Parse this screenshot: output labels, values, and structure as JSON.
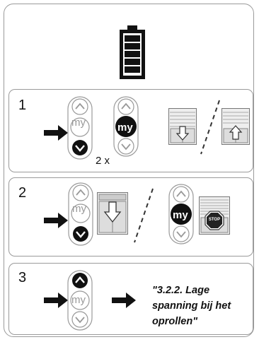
{
  "steps": [
    {
      "number": "1",
      "multiplier": "2 x"
    },
    {
      "number": "2"
    },
    {
      "number": "3",
      "reference_line1": "\"3.2.2. Lage",
      "reference_line2": "spanning bij het",
      "reference_line3": "oprollen\""
    }
  ],
  "remote_middle_label": "my",
  "stop_sign_label": "STOP",
  "icons": [
    "battery-icon",
    "arrow-right-icon",
    "remote-control-icon",
    "shutter-down-icon",
    "shutter-up-icon",
    "stop-sign-icon"
  ]
}
